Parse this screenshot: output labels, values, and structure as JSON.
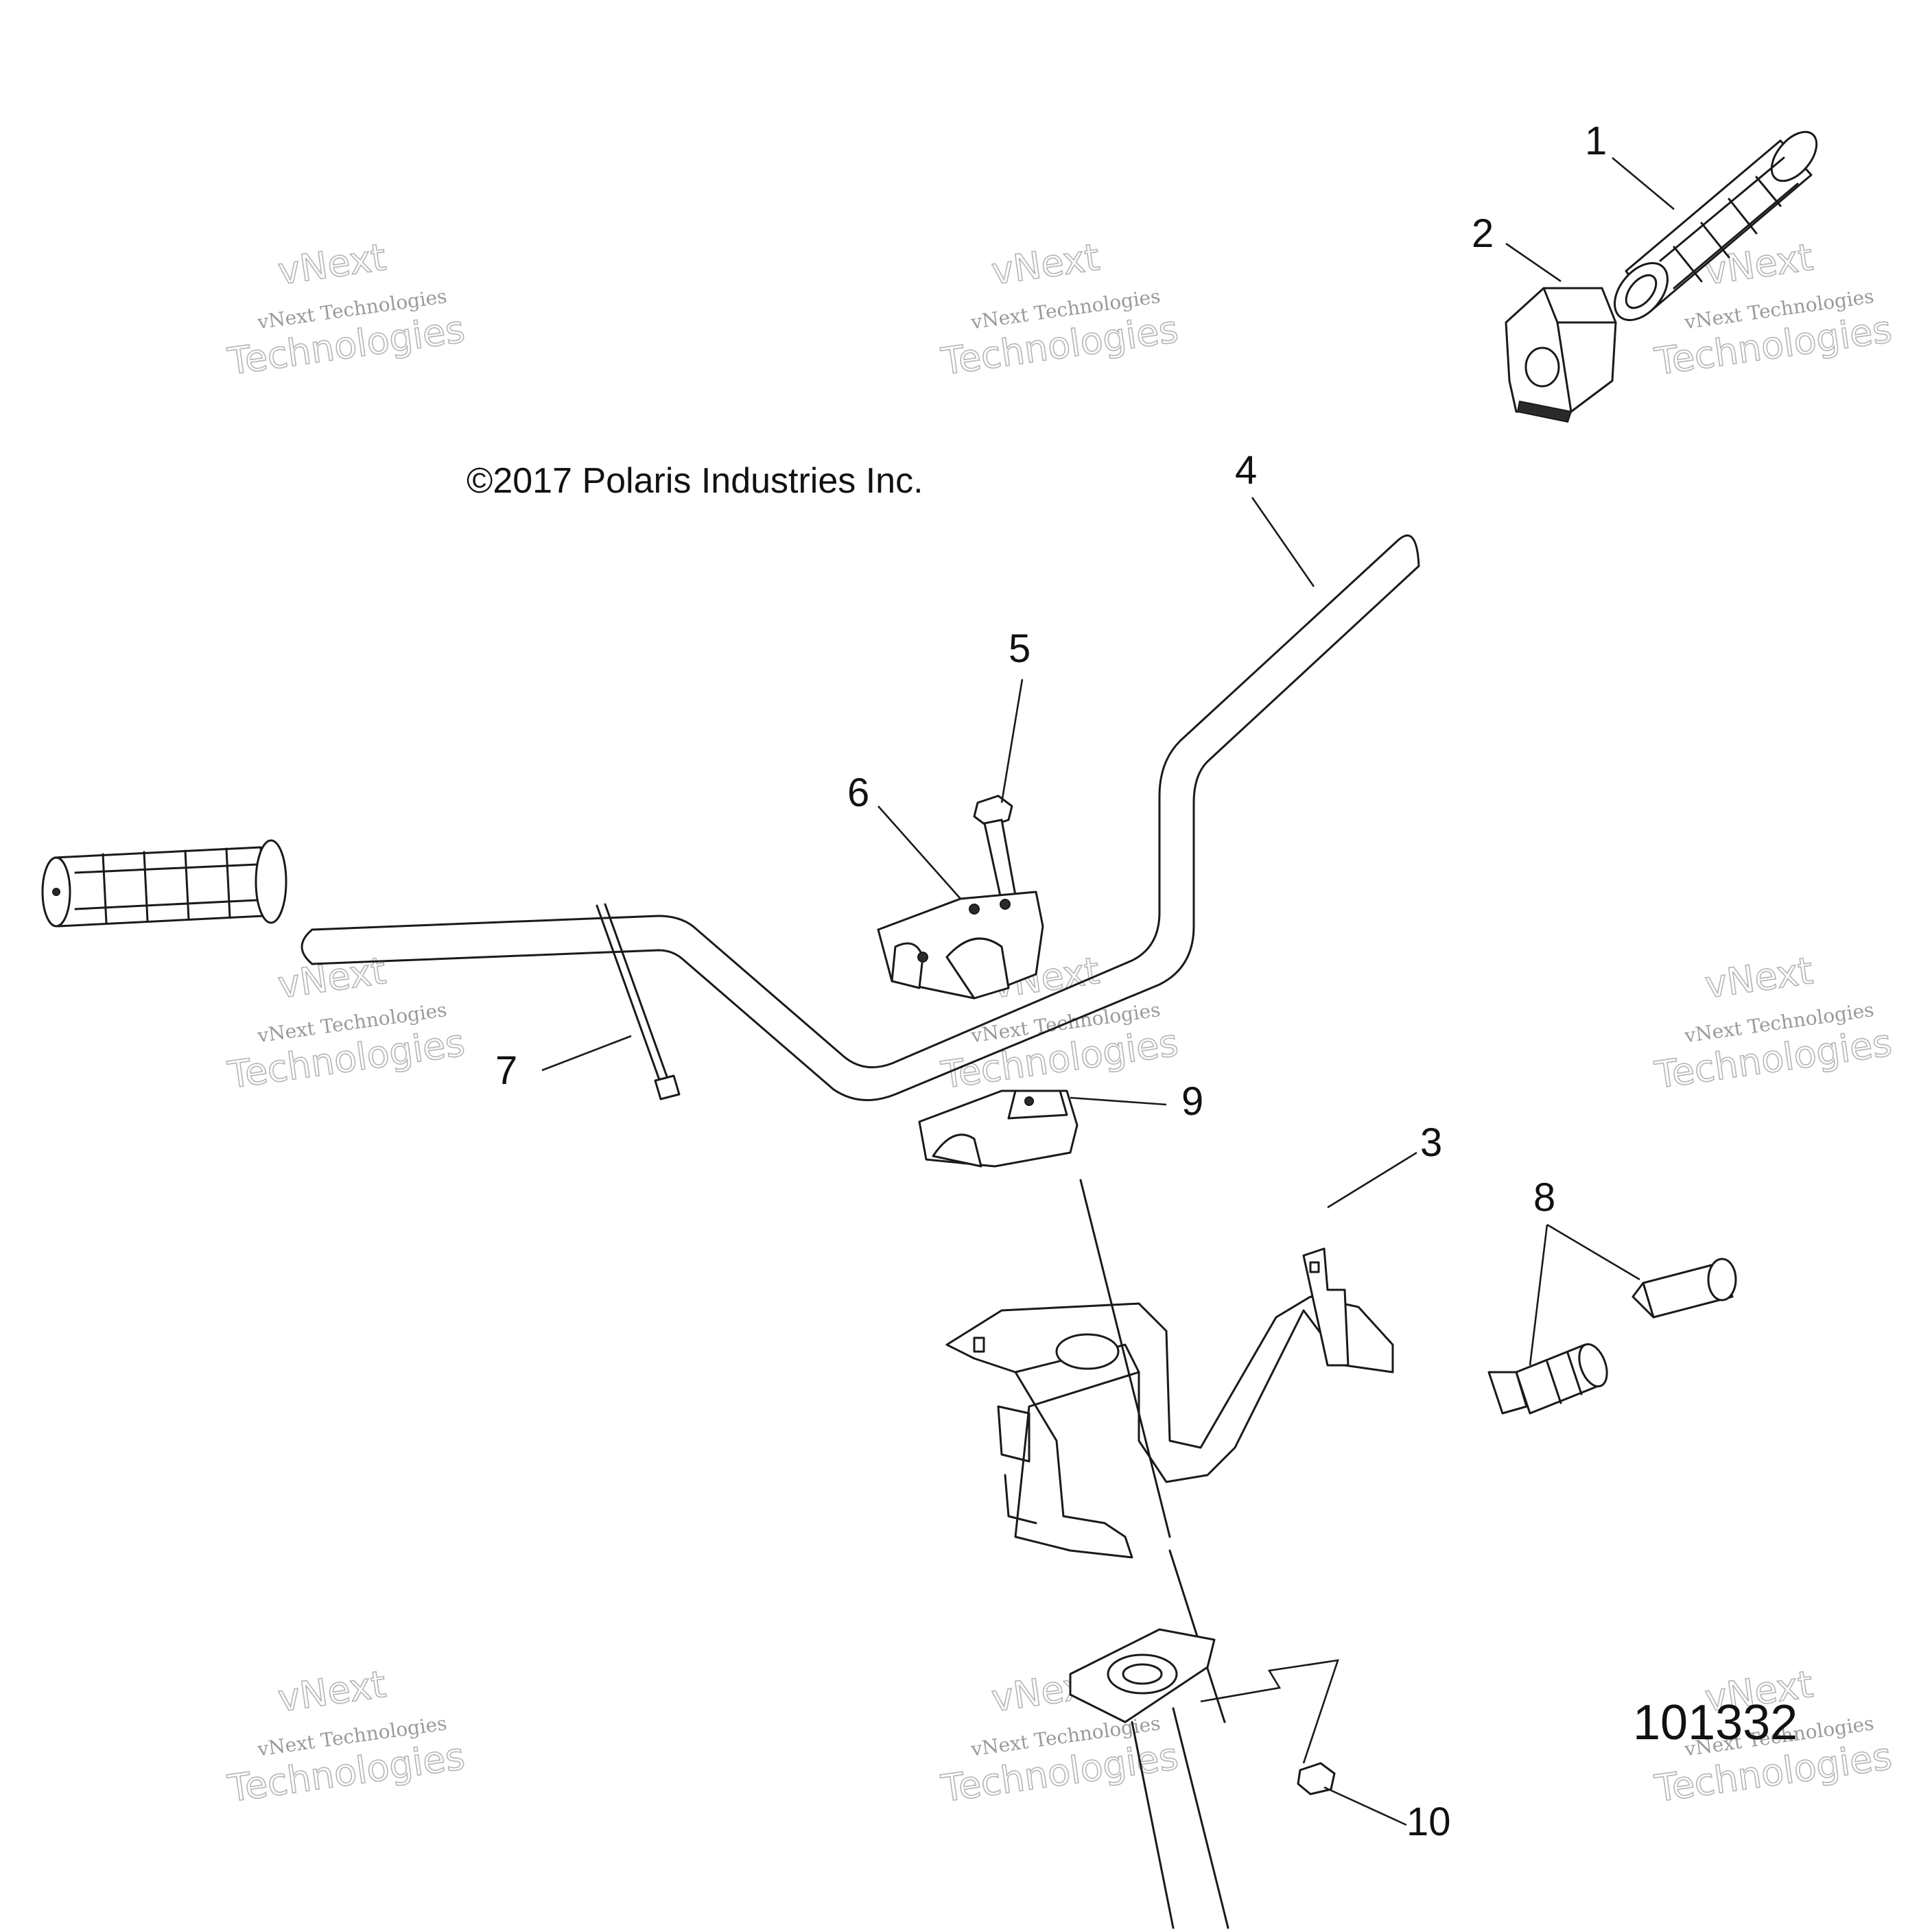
{
  "diagram": {
    "copyright": "©2017 Polaris Industries Inc.",
    "reference_number": "101332",
    "callouts": [
      "1",
      "2",
      "3",
      "4",
      "5",
      "6",
      "7",
      "8",
      "9",
      "10"
    ],
    "watermark": {
      "line1": "vNext",
      "line2": "vNext Technologies",
      "line3": "Technologies"
    }
  }
}
